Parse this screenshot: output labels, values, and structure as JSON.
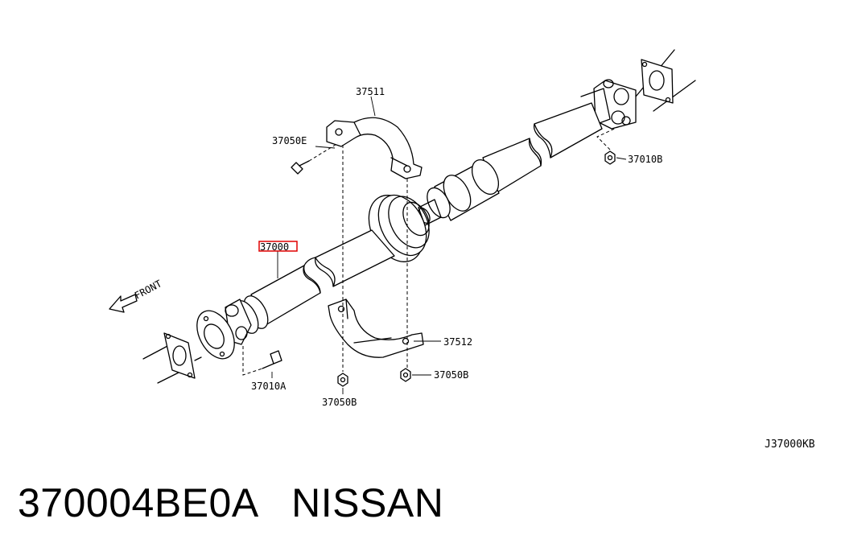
{
  "diagram": {
    "labels": {
      "p37511": "37511",
      "p37050E": "37050E",
      "p37010B": "37010B",
      "p37000": "37000",
      "p37512": "37512",
      "p37050B_right": "37050B",
      "p37050B_bottom": "37050B",
      "p37010A": "37010A",
      "front": "FRONT",
      "code": "J37000KB"
    },
    "highlight_color": "#e00000"
  },
  "caption": {
    "part_number": "370004BE0A",
    "brand": "NISSAN"
  }
}
